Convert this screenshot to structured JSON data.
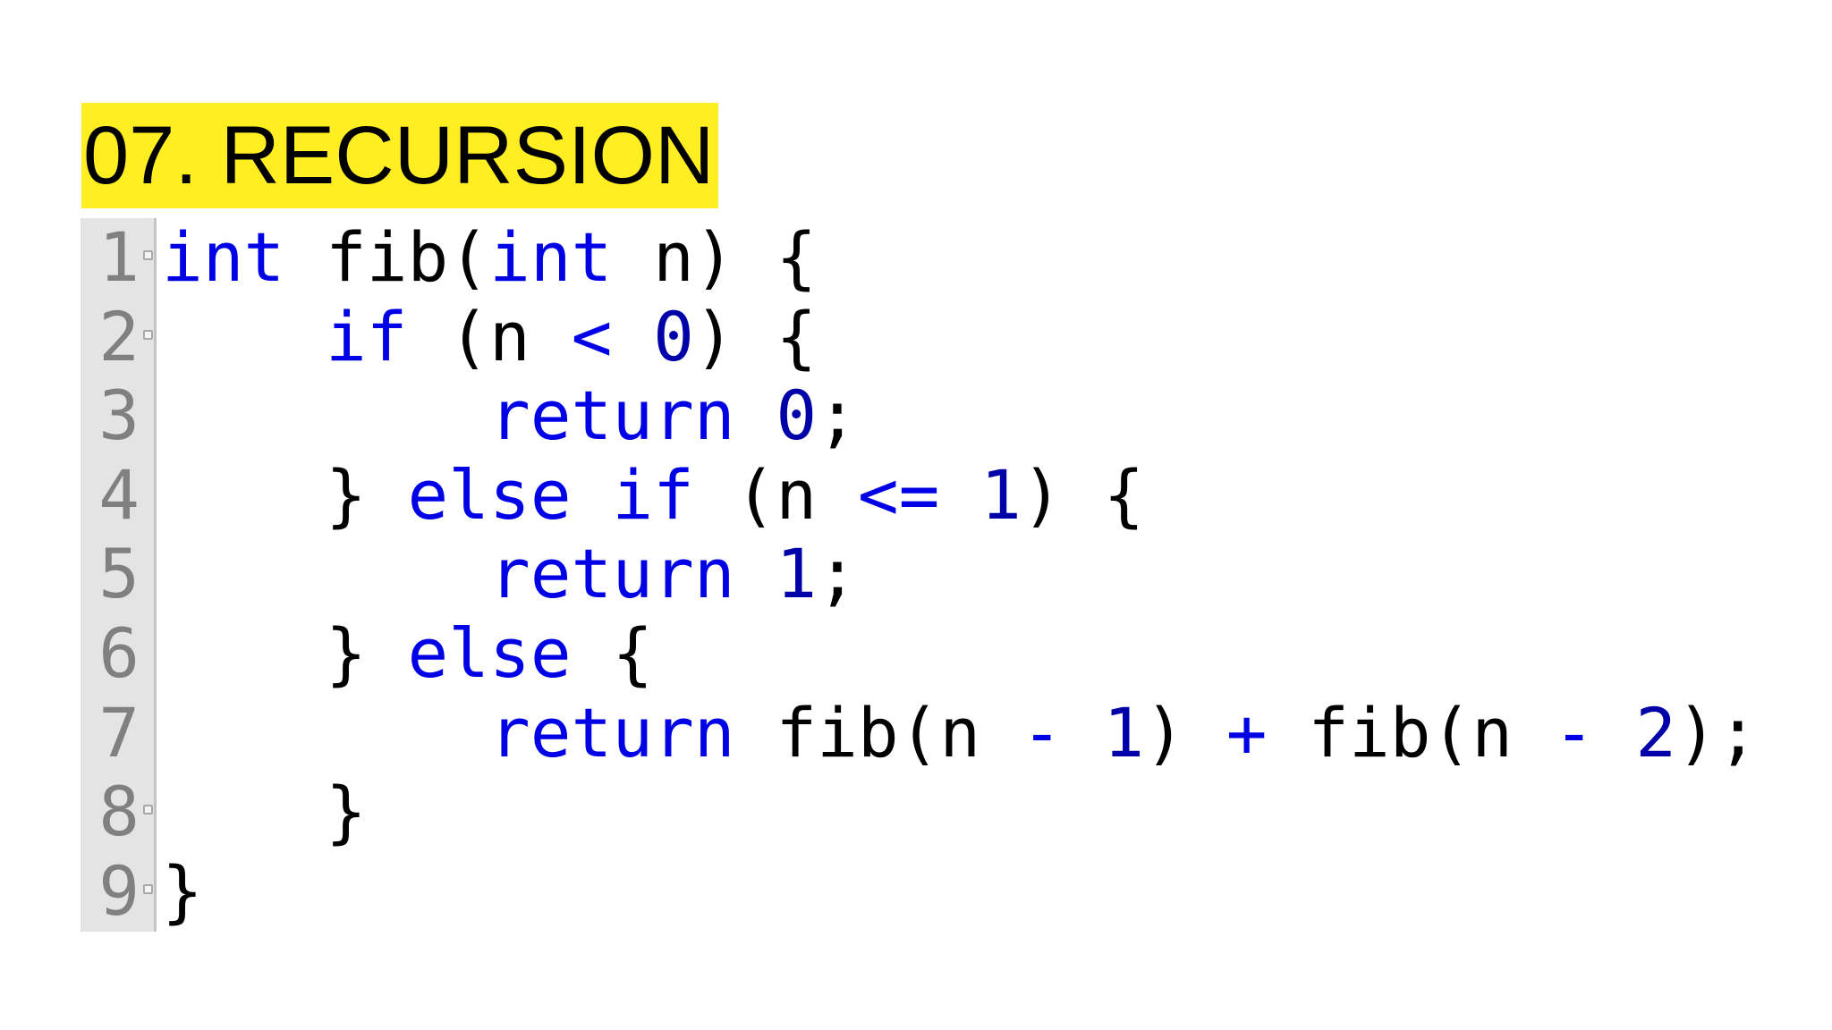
{
  "slide": {
    "title": "07. RECURSION"
  },
  "colors": {
    "title_highlight": "#ffee22",
    "keyword": "#0000e6",
    "number": "#0000a8",
    "operator": "#0000e6",
    "gutter_bg": "#e4e4e4",
    "line_number": "#808080"
  },
  "editor": {
    "lines": [
      {
        "number": "1",
        "fold": true,
        "tokens": [
          {
            "t": "int",
            "c": "kw"
          },
          {
            "t": " fib(",
            "c": "pl"
          },
          {
            "t": "int",
            "c": "kw"
          },
          {
            "t": " n) {",
            "c": "pl"
          }
        ]
      },
      {
        "number": "2",
        "fold": true,
        "tokens": [
          {
            "t": "    ",
            "c": "pl"
          },
          {
            "t": "if",
            "c": "kw"
          },
          {
            "t": " (n ",
            "c": "pl"
          },
          {
            "t": "<",
            "c": "op"
          },
          {
            "t": " ",
            "c": "pl"
          },
          {
            "t": "0",
            "c": "num"
          },
          {
            "t": ") {",
            "c": "pl"
          }
        ]
      },
      {
        "number": "3",
        "fold": false,
        "tokens": [
          {
            "t": "        ",
            "c": "pl"
          },
          {
            "t": "return",
            "c": "kw"
          },
          {
            "t": " ",
            "c": "pl"
          },
          {
            "t": "0",
            "c": "num"
          },
          {
            "t": ";",
            "c": "pl"
          }
        ]
      },
      {
        "number": "4",
        "fold": false,
        "tokens": [
          {
            "t": "    } ",
            "c": "pl"
          },
          {
            "t": "else",
            "c": "kw"
          },
          {
            "t": " ",
            "c": "pl"
          },
          {
            "t": "if",
            "c": "kw"
          },
          {
            "t": " (n ",
            "c": "pl"
          },
          {
            "t": "<=",
            "c": "op"
          },
          {
            "t": " ",
            "c": "pl"
          },
          {
            "t": "1",
            "c": "num"
          },
          {
            "t": ") {",
            "c": "pl"
          }
        ]
      },
      {
        "number": "5",
        "fold": false,
        "tokens": [
          {
            "t": "        ",
            "c": "pl"
          },
          {
            "t": "return",
            "c": "kw"
          },
          {
            "t": " ",
            "c": "pl"
          },
          {
            "t": "1",
            "c": "num"
          },
          {
            "t": ";",
            "c": "pl"
          }
        ]
      },
      {
        "number": "6",
        "fold": false,
        "tokens": [
          {
            "t": "    } ",
            "c": "pl"
          },
          {
            "t": "else",
            "c": "kw"
          },
          {
            "t": " {",
            "c": "pl"
          }
        ]
      },
      {
        "number": "7",
        "fold": false,
        "tokens": [
          {
            "t": "        ",
            "c": "pl"
          },
          {
            "t": "return",
            "c": "kw"
          },
          {
            "t": " fib(n ",
            "c": "pl"
          },
          {
            "t": "-",
            "c": "op"
          },
          {
            "t": " ",
            "c": "pl"
          },
          {
            "t": "1",
            "c": "num"
          },
          {
            "t": ") ",
            "c": "pl"
          },
          {
            "t": "+",
            "c": "op"
          },
          {
            "t": " fib(n ",
            "c": "pl"
          },
          {
            "t": "-",
            "c": "op"
          },
          {
            "t": " ",
            "c": "pl"
          },
          {
            "t": "2",
            "c": "num"
          },
          {
            "t": ");",
            "c": "pl"
          }
        ]
      },
      {
        "number": "8",
        "fold": true,
        "tokens": [
          {
            "t": "    }",
            "c": "pl"
          }
        ]
      },
      {
        "number": "9",
        "fold": true,
        "tokens": [
          {
            "t": "}",
            "c": "pl"
          }
        ]
      }
    ]
  }
}
